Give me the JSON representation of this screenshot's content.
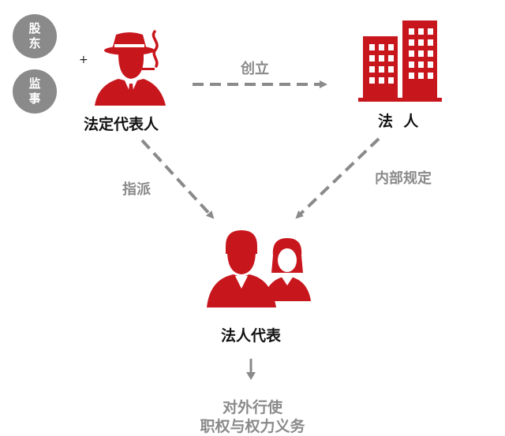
{
  "badges": {
    "shareholders": {
      "line1": "股",
      "line2": "东"
    },
    "supervisors": {
      "line1": "监",
      "line2": "事"
    },
    "plus_sign": "+"
  },
  "nodes": {
    "legal_rep": {
      "label": "法定代表人",
      "icon": "businessman-smoking-icon"
    },
    "legal_person": {
      "label": "法  人",
      "icon": "office-building-icon"
    },
    "rep_of_legal_person": {
      "label": "法人代表",
      "icon": "man-and-woman-icon"
    }
  },
  "edges": {
    "establish": {
      "label": "创立"
    },
    "assign": {
      "label": "指派"
    },
    "internal_rules": {
      "label": "内部规定"
    }
  },
  "bottom": {
    "line1": "对外行使",
    "line2": "职权与权力义务"
  },
  "colors": {
    "icon_red": "#c8161d",
    "arrow_gray": "#8a8a8a",
    "badge_gray": "#8a8a8a",
    "text_dark": "#111111"
  }
}
